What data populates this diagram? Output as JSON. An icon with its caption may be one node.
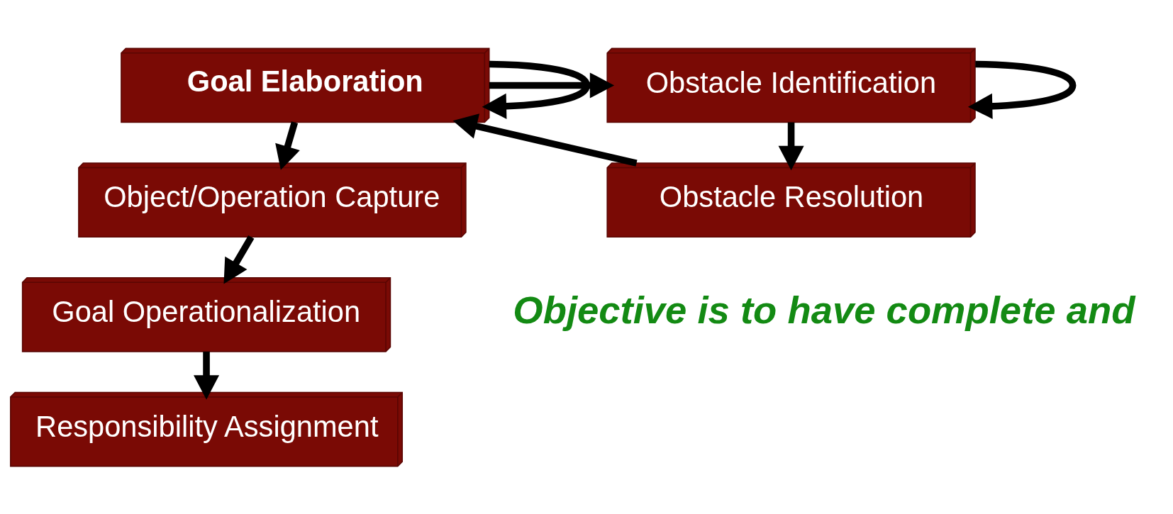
{
  "diagram": {
    "nodes": [
      {
        "text": [
          "Goal Elaboration"
        ]
      },
      {
        "text": [
          "Obstacle Identification"
        ]
      },
      {
        "text": [
          "Object/Operation Capture"
        ]
      },
      {
        "text": [
          "Obstacle Resolution"
        ]
      },
      {
        "text": [
          "Goal Operationalization"
        ]
      },
      {
        "text": [
          "Responsibility Assignment"
        ]
      }
    ],
    "edges": [
      {
        "from": 0,
        "to": 0,
        "arrow": "to"
      },
      {
        "from": 0,
        "to": 1,
        "arrow": "to"
      },
      {
        "from": 1,
        "to": 1,
        "arrow": "to"
      },
      {
        "from": 0,
        "to": 2,
        "arrow": "to"
      },
      {
        "from": 1,
        "to": 3,
        "arrow": "to"
      },
      {
        "from": 3,
        "to": 0,
        "arrow": "to"
      },
      {
        "from": 2,
        "to": 4,
        "arrow": "to"
      },
      {
        "from": 4,
        "to": 5,
        "arrow": "to"
      }
    ],
    "labels": [
      "Objective is to have complete and"
    ]
  }
}
